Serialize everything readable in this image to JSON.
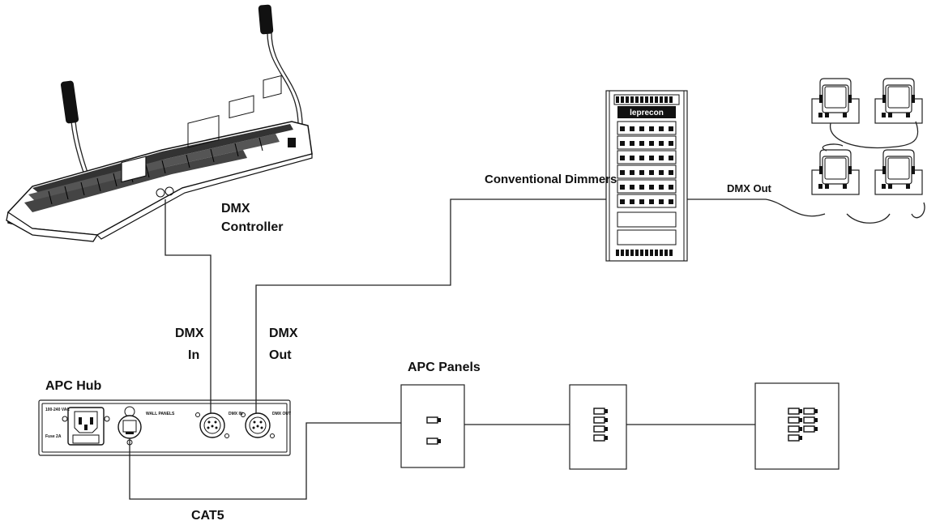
{
  "labels": {
    "dmx_controller_line1": "DMX",
    "dmx_controller_line2": "Controller",
    "conventional_dimmers": "Conventional Dimmers",
    "dmx_out_right": "DMX Out",
    "dmx_in_line1": "DMX",
    "dmx_in_line2": "In",
    "dmx_out_line1": "DMX",
    "dmx_out_line2": "Out",
    "apc_hub": "APC Hub",
    "apc_panels": "APC Panels",
    "cat5": "CAT5"
  },
  "rack_brand": "leprecon",
  "hub_small_text": {
    "power": "100-240 VAC",
    "fuse": "Fuse 2A",
    "wall_panels": "WALL PANELS",
    "dmx_in": "DMX IN",
    "dmx_out": "DMX OUT"
  },
  "panels": [
    {
      "name": "panel-1",
      "button_count": 2
    },
    {
      "name": "panel-2",
      "button_count": 4
    },
    {
      "name": "panel-3",
      "button_count": 7
    }
  ],
  "colors": {
    "line": "#222222",
    "background": "#ffffff"
  }
}
